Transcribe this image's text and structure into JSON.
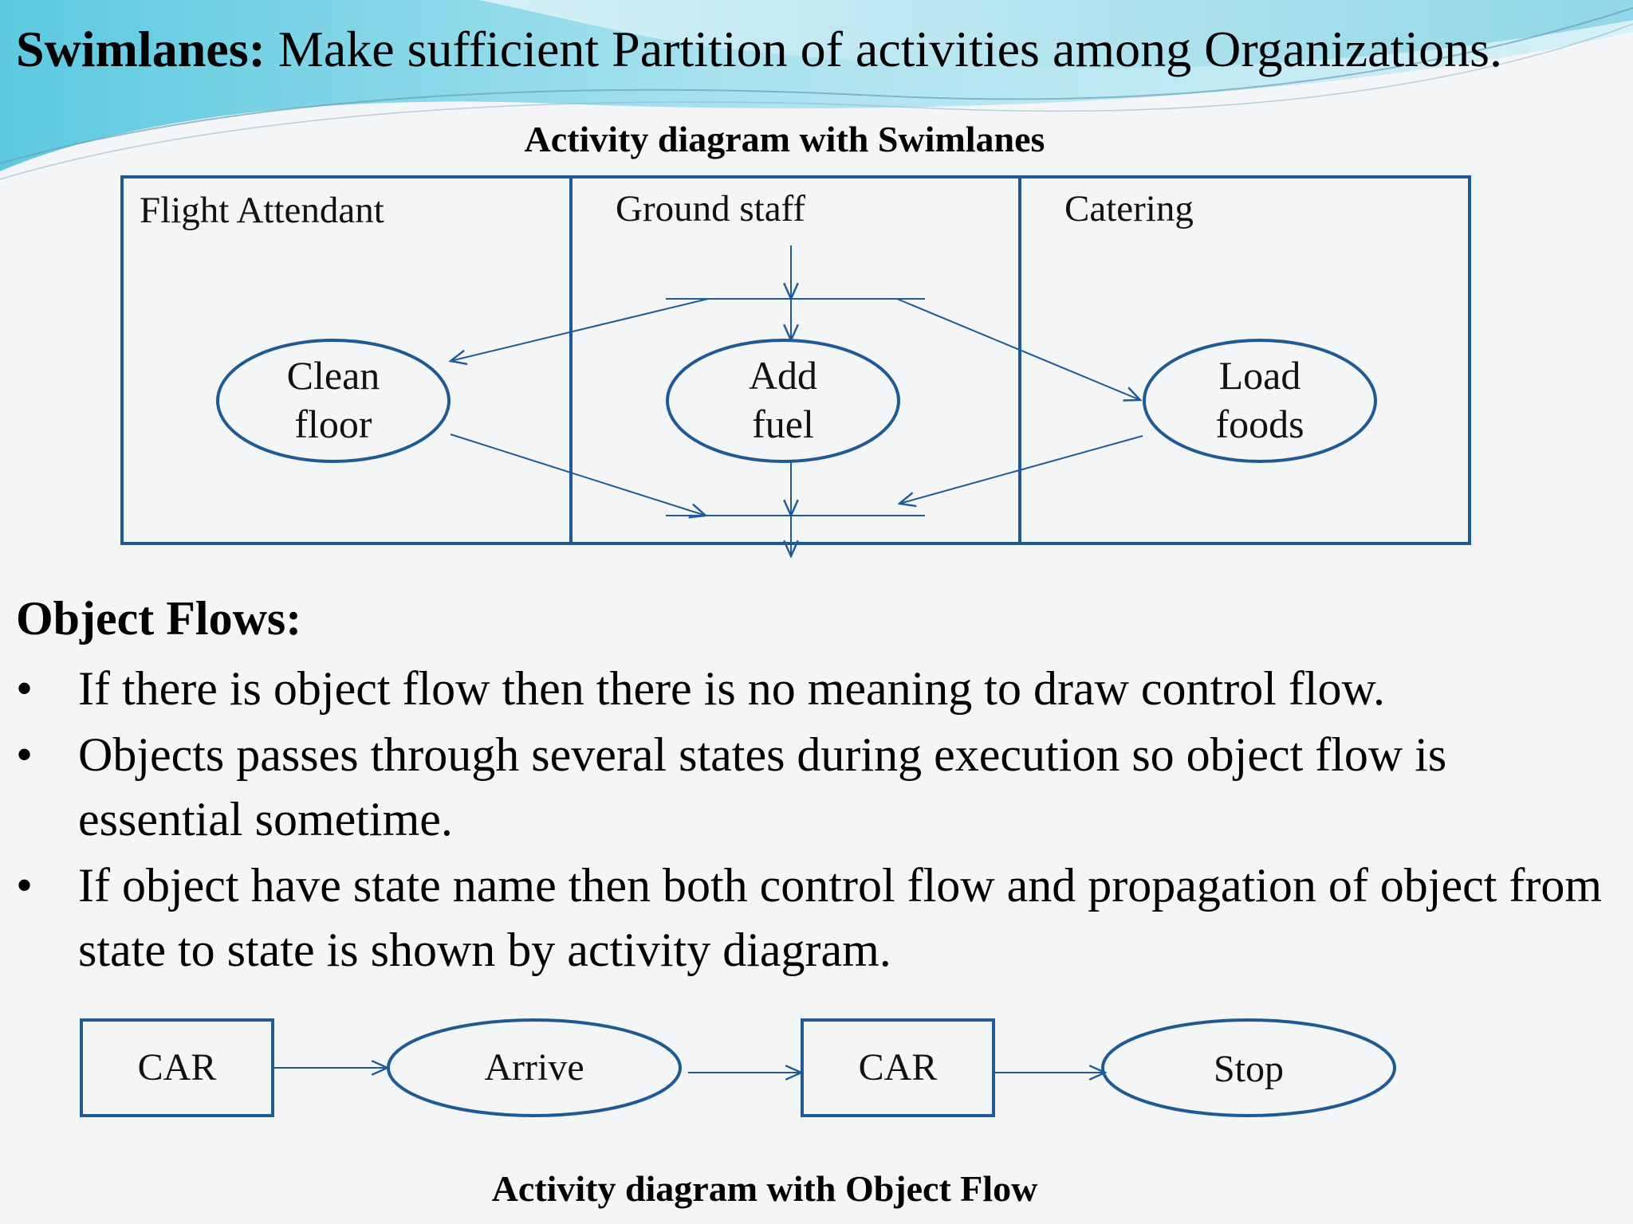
{
  "title": {
    "bold": "Swimlanes:",
    "rest": " Make sufficient Partition of activities among Organizations."
  },
  "swimlane_diagram": {
    "caption": "Activity diagram with Swimlanes",
    "lanes": [
      "Flight Attendant",
      "Ground staff",
      "Catering"
    ],
    "activities": [
      {
        "lines": [
          "Clean",
          "floor"
        ]
      },
      {
        "lines": [
          "Add",
          "fuel"
        ]
      },
      {
        "lines": [
          "Load",
          "foods"
        ]
      }
    ]
  },
  "object_flows": {
    "heading": "Object Flows:",
    "bullets": [
      "If there is object flow then there is no meaning to draw control flow.",
      "Objects passes through several states during execution so object flow is essential sometime.",
      "If object have state name then both control flow and propagation of object from state to state is shown by activity diagram."
    ],
    "bullet_symbol": "•"
  },
  "object_flow_diagram": {
    "caption": "Activity diagram with Object Flow",
    "nodes": [
      {
        "kind": "object",
        "label": "CAR"
      },
      {
        "kind": "activity",
        "label": "Arrive"
      },
      {
        "kind": "object",
        "label": "CAR"
      },
      {
        "kind": "activity",
        "label": "Stop"
      }
    ]
  },
  "colors": {
    "diagram_stroke": "#1f5a96",
    "wave_light": "#bfe8f2",
    "wave_mid": "#7fd3e6",
    "wave_dark": "#46b8d4"
  }
}
